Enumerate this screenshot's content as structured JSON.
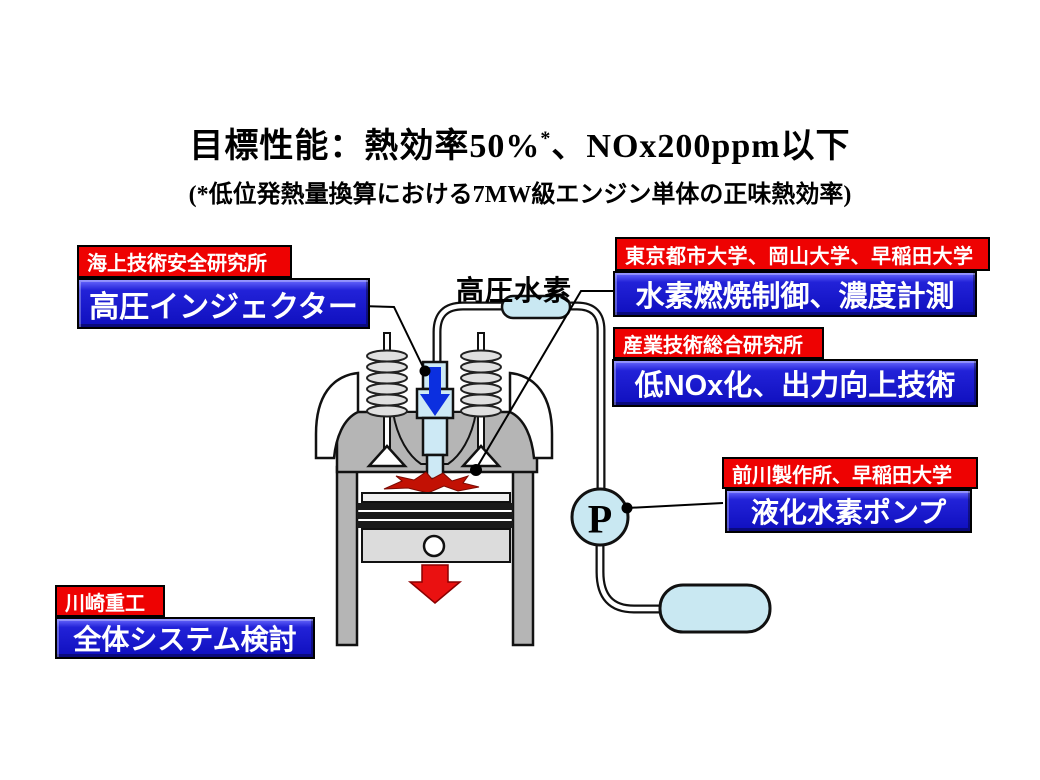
{
  "title": {
    "part1": "目標性能：熱効率50%",
    "sup": "*",
    "part2": "、NOx200ppm以下"
  },
  "subtitle": "(*低位発熱量換算における7MW級エンジン単体の正味熱効率)",
  "labels": {
    "injector": {
      "org": "海上技術安全研究所",
      "tech": "高圧インジェクター"
    },
    "combustion": {
      "org": "東京都市大学、岡山大学、早稲田大学",
      "tech": "水素燃焼制御、濃度計測"
    },
    "nox": {
      "org": "産業技術総合研究所",
      "tech": "低NOx化、出力向上技術"
    },
    "pump": {
      "org": "前川製作所、早稲田大学",
      "tech": "液化水素ポンプ"
    },
    "system": {
      "org": "川崎重工",
      "tech": "全体システム検討"
    }
  },
  "diagram": {
    "pipe_label": "高圧水素",
    "pump_symbol": "P"
  },
  "colors": {
    "org_tag_bg": "#ee0202",
    "tech_box_bg": "#1515c8",
    "pipe_fill": "#c9e8f2",
    "injection_arrow_blue": "#0b2fe0",
    "flame_red": "#c21104",
    "piston_arrow_red": "#ea1111",
    "engine_gray": "#b5b5b5"
  }
}
